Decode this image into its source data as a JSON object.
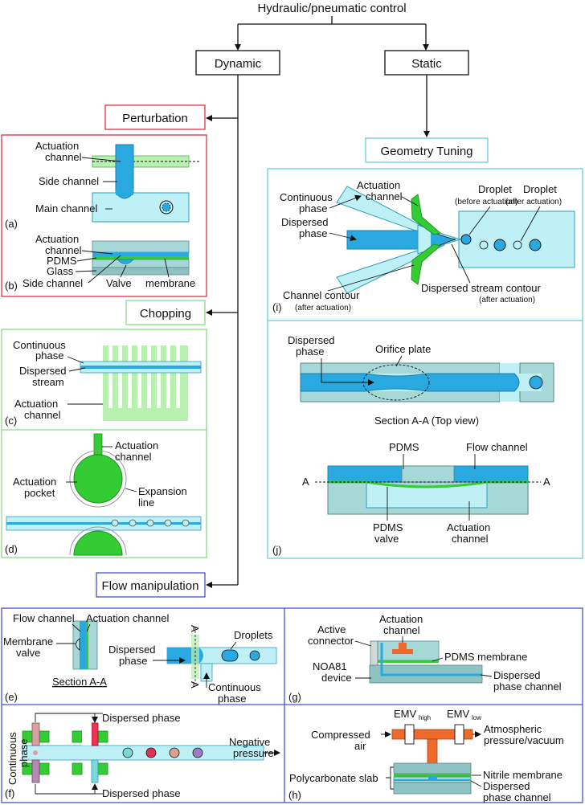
{
  "colors": {
    "channel_light": "#bff0f5",
    "channel_dark": "#2aa9e0",
    "actuation_green": "#33cc33",
    "actuation_light_green": "#b8f0b0",
    "orange": "#ee6a2b",
    "glass_teal": "#a7d8d8",
    "device_teal": "#8fc2c2",
    "red_border": "#dd3344",
    "green_border": "#88dd88",
    "blue_border": "#4455cc",
    "cyan_border": "#66ccdd"
  },
  "tree": {
    "root": "Hydraulic/pneumatic control",
    "dynamic": "Dynamic",
    "static": "Static",
    "perturbation": "Perturbation",
    "chopping": "Chopping",
    "flow_manipulation": "Flow manipulation",
    "geometry_tuning": "Geometry Tuning"
  },
  "panel_a": {
    "actuation_channel_l1": "Actuation",
    "actuation_channel_l2": "channel",
    "side_channel": "Side channel",
    "main_channel": "Main channel",
    "tag": "(a)"
  },
  "panel_b": {
    "actuation_channel_l1": "Actuation",
    "actuation_channel_l2": "channel",
    "pdms": "PDMS",
    "glass": "Glass",
    "side_channel": "Side channel",
    "valve": "Valve",
    "membrane": "membrane",
    "tag": "(b)"
  },
  "panel_c": {
    "continuous_l1": "Continuous",
    "continuous_l2": "phase",
    "dispersed_l1": "Dispersed",
    "dispersed_l2": "stream",
    "actuation_l1": "Actuation",
    "actuation_l2": "channel",
    "tag": "(c)"
  },
  "panel_d": {
    "actuation_channel_l1": "Actuation",
    "actuation_channel_l2": "channel",
    "actuation_pocket_l1": "Actuation",
    "actuation_pocket_l2": "pocket",
    "expansion_l1": "Expansion",
    "expansion_l2": "line",
    "tag": "(d)"
  },
  "panel_i": {
    "actuation_channel_l1": "Actuation",
    "actuation_channel_l2": "channel",
    "continuous_l1": "Continuous",
    "continuous_l2": "phase",
    "droplet1": "Droplet",
    "droplet1_sub": "(before actuation)",
    "droplet2": "Droplet",
    "droplet2_sub": "(after actuation)",
    "dispersed_l1": "Dispersed",
    "dispersed_l2": "phase",
    "channel_contour": "Channel contour",
    "channel_contour_sub": "(after actuation)",
    "stream_contour": "Dispersed stream contour",
    "stream_contour_sub": "(after actuation)",
    "tag": "(i)"
  },
  "panel_j": {
    "dispersed_l1": "Dispersed",
    "dispersed_l2": "phase",
    "orifice_plate": "Orifice plate",
    "section_title": "Section A-A (Top view)",
    "pdms": "PDMS",
    "flow_channel": "Flow channel",
    "a_left": "A",
    "a_right": "A",
    "pdms_valve_l1": "PDMS",
    "pdms_valve_l2": "valve",
    "actuation_l1": "Actuation",
    "actuation_l2": "channel",
    "tag": "(j)"
  },
  "panel_e": {
    "flow_channel": "Flow channel",
    "actuation_channel": "Actuation channel",
    "membrane_l1": "Membrane",
    "membrane_l2": "valve",
    "section": "Section A-A",
    "a_top": "A",
    "a_bottom": "A",
    "dispersed_l1": "Dispersed",
    "dispersed_l2": "phase",
    "droplets": "Droplets",
    "continuous_l1": "Continuous",
    "continuous_l2": "phase",
    "tag": "(e)"
  },
  "panel_g": {
    "actuation_l1": "Actuation",
    "actuation_l2": "channel",
    "active_l1": "Active",
    "active_l2": "connector",
    "pdms_membrane": "PDMS membrane",
    "noa_l1": "NOA81",
    "noa_l2": "device",
    "dispersed_l1": "Dispersed",
    "dispersed_l2": "phase channel",
    "tag": "(g)"
  },
  "panel_f": {
    "continuous_l1": "Continuous",
    "continuous_l2": "phase",
    "dispersed_top": "Dispersed phase",
    "dispersed_bottom": "Dispersed phase",
    "negative_l1": "Negative",
    "negative_l2": "pressure",
    "tag": "(f)"
  },
  "panel_h": {
    "emv_high": "EMV",
    "emv_high_sub": "high",
    "emv_low": "EMV",
    "emv_low_sub": "low",
    "compressed_l1": "Compressed",
    "compressed_l2": "air",
    "atmospheric_l1": "Atmospheric",
    "atmospheric_l2": "pressure/vacuum",
    "polycarbonate": "Polycarbonate slab",
    "nitrile": "Nitrile membrane",
    "dispersed_l1": "Dispersed",
    "dispersed_l2": "phase channel",
    "tag": "(h)"
  }
}
